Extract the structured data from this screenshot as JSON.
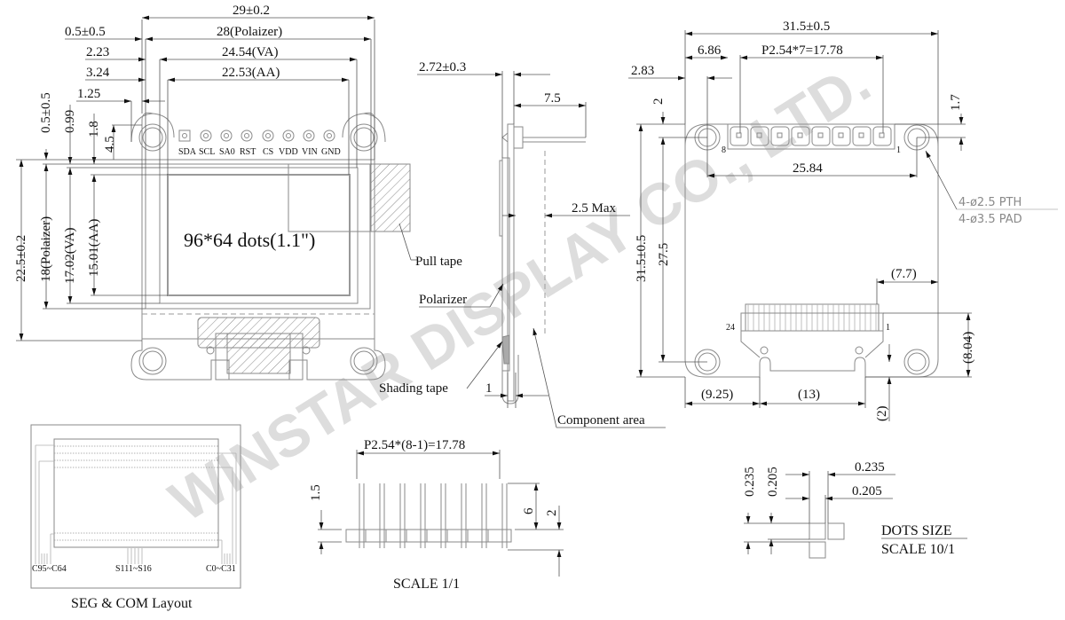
{
  "front_view": {
    "dims_top": {
      "overall_width": "29±0.2",
      "polarizer_width": "28(Polaizer)",
      "va_width": "24.54(VA)",
      "aa_width": "22.53(AA)",
      "offset_0_5": "0.5±0.5",
      "offset_2_23": "2.23",
      "offset_3_24": "3.24",
      "offset_1_25": "1.25"
    },
    "dims_left": {
      "top_0_5": "0.5±0.5",
      "top_0_99": "0.99",
      "top_1_8": "1.8",
      "top_4_5": "4.5",
      "overall_height": "22.5±0.2",
      "polarizer_height": "18(Polaizer)",
      "va_height": "17.02(VA)",
      "aa_height": "15.01(AA)"
    },
    "pins": [
      "SDA",
      "SCL",
      "SA0",
      "RST",
      "CS",
      "VDD",
      "VIN",
      "GND"
    ],
    "display_label": "96*64 dots(1.1\")",
    "pull_tape_label": "Pull tape"
  },
  "side_view": {
    "thickness": "2.72±0.3",
    "pin_length": "7.5",
    "max_height": "2.5 Max",
    "polarizer_label": "Polarizer",
    "shading_tape_label": "Shading tape",
    "one_dim": "1",
    "component_area_label": "Component area"
  },
  "back_view": {
    "overall_width": "31.5±0.5",
    "offset_6_86": "6.86",
    "pin_pitch": "P2.54*7=17.78",
    "offset_2_83": "2.83",
    "dim_2": "2",
    "dim_1_7": "1.7",
    "hole_spacing": "25.84",
    "pin_first": "1",
    "pin_last": "8",
    "hole_note_1": "4-ø2.5 PTH",
    "hole_note_2": "4-ø3.5 PAD",
    "overall_height": "31.5±0.5",
    "hole_vertical": "27.5",
    "fpc_offset": "(7.7)",
    "fpc_pin_first": "1",
    "fpc_pin_last": "24",
    "fpc_height": "(8.04)",
    "fpc_left": "(9.25)",
    "fpc_width": "(13)",
    "fpc_bottom": "(2)"
  },
  "seg_com_layout": {
    "left_label": "C95~C64",
    "center_label": "S111~S16",
    "right_label": "C0~C31",
    "title": "SEG & COM Layout"
  },
  "header_detail": {
    "pitch": "P2.54*(8-1)=17.78",
    "dim_1_5": "1.5",
    "dim_6": "6",
    "dim_2": "2",
    "scale": "SCALE 1/1"
  },
  "dots_detail": {
    "v_0_235": "0.235",
    "v_0_205": "0.205",
    "h_0_235": "0.235",
    "h_0_205": "0.205",
    "title": "DOTS SIZE",
    "scale": "SCALE  10/1"
  },
  "watermark": "WINSTAR DISPLAY CO., LTD."
}
